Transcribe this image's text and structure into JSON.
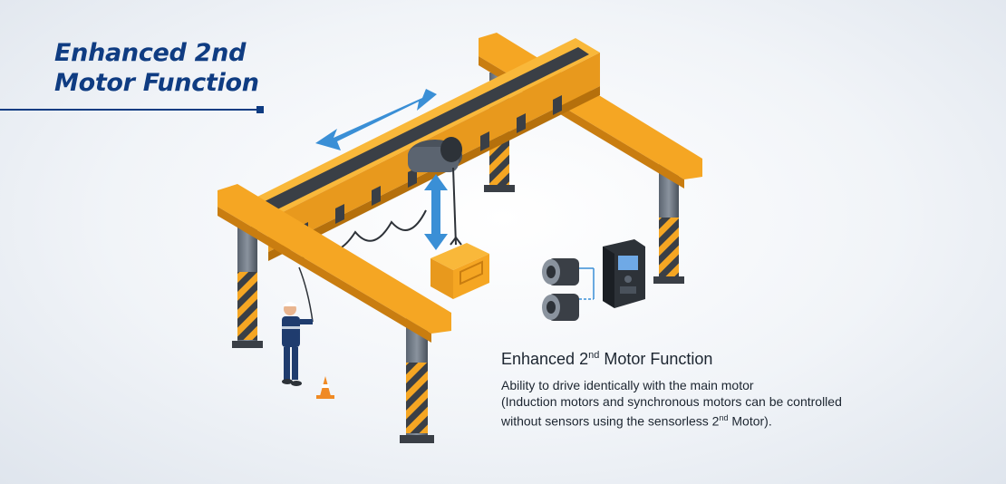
{
  "title": {
    "line1": "Enhanced 2nd",
    "line2": "Motor Function"
  },
  "feature": {
    "heading_pre": "Enhanced 2",
    "heading_sup": "nd",
    "heading_post": " Motor Function",
    "line1": "Ability to drive identically with the main motor",
    "line2": "(Induction motors and synchronous motors can be controlled",
    "line3_pre": "without sensors using the sensorless 2",
    "line3_sup": "nd",
    "line3_post": " Motor)."
  },
  "colors": {
    "title_blue": "#0f3c82",
    "crane_orange": "#f5a623",
    "arrow_blue": "#3a8fd6",
    "text_dark": "#1c2530"
  },
  "icons": [
    "crane",
    "hoist",
    "load-box",
    "operator",
    "traffic-cone",
    "motor",
    "inverter",
    "double-arrow"
  ]
}
